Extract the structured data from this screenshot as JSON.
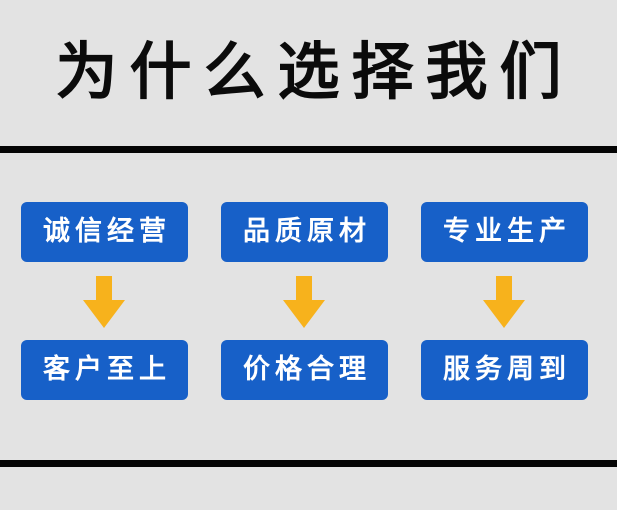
{
  "title": "为什么选择我们",
  "columns": [
    {
      "top_label": "诚信经营",
      "bottom_label": "客户至上"
    },
    {
      "top_label": "品质原材",
      "bottom_label": "价格合理"
    },
    {
      "top_label": "专业生产",
      "bottom_label": "服务周到"
    }
  ],
  "colors": {
    "background": "#e3e3e3",
    "box": "#1760c8",
    "arrow": "#f7b21c",
    "rule": "#050505"
  },
  "icons": {
    "arrow": "arrow-down-icon"
  }
}
